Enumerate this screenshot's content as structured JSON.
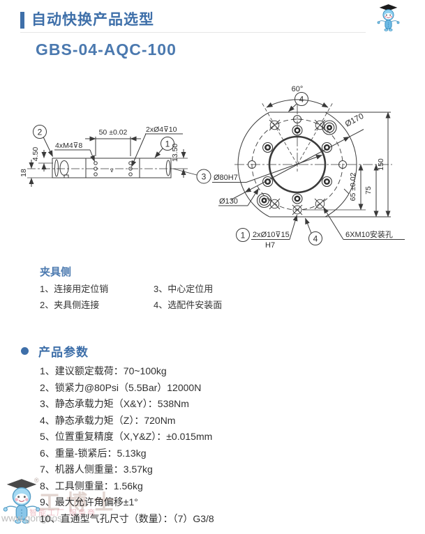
{
  "header": {
    "title": "自动快换产品选型"
  },
  "model": "GBS-04-AQC-100",
  "drawing": {
    "side_view": {
      "callout_1": "1",
      "callout_2": "2",
      "dim_width": "50 ±0.02",
      "thread_label": "4xM4⊽8",
      "hole_label": "2xØ4⊽10",
      "dim_step": "4.50",
      "dim_height": "18",
      "dim_right": "13.50",
      "finish_mark": "v"
    },
    "hub": {
      "callout_3": "3",
      "bore": "Ø80H7",
      "bolt_circle": "Ø130"
    },
    "front_view": {
      "angle": "60°",
      "callout_4": "4",
      "outer_dia": "Ø170",
      "dim_height": "150",
      "dim_half": "75",
      "dim_pin": "65 ±0.02",
      "callout_1": "1",
      "pin_label": "2xØ10⊽15",
      "pin_fit": "H7",
      "mount_label": "6XM10安装孔"
    }
  },
  "legend": {
    "title": "夹具侧",
    "col1": [
      "1、连接用定位销",
      "2、夹具侧连接"
    ],
    "col2": [
      "3、中心定位用",
      "4、选配件安装面"
    ]
  },
  "parameters": {
    "title": "产品参数",
    "items": [
      "1、建议额定载荷：70~100kg",
      "2、锁紧力@80Psi（5.5Bar）12000N",
      "3、静态承载力矩（X&Y）：538Nm",
      "4、静态承载力矩（Z）：720Nm",
      "5、位置重复精度（X,Y&Z）：±0.015mm",
      "6、重量-锁紧后：5.13kg",
      "7、机器人侧重量：3.57kg",
      "8、工具侧重量：1.56kg",
      "9、最大允许角偏移±1°",
      "10、直通型气孔尺寸（数量）：（7）G3/8"
    ]
  },
  "watermark": {
    "brand": "工博士",
    "slogan": "智能工厂 服务商",
    "url": "www.gongbos",
    "reg": "®"
  },
  "colors": {
    "accent": "#3e6fa9",
    "title_blue": "#4b79af",
    "line": "#3a3a3a"
  }
}
